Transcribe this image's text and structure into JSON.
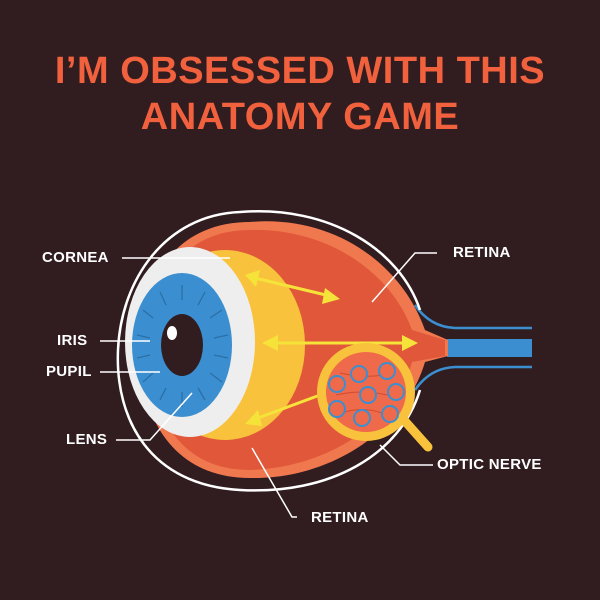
{
  "title": {
    "line1": "I’M OBSESSED WITH THIS",
    "line2": "ANATOMY GAME"
  },
  "labels": {
    "cornea": "CORNEA",
    "iris": "IRIS",
    "pupil": "PUPIL",
    "lens": "LENS",
    "retina_top": "RETINA",
    "retina_bottom": "RETINA",
    "optic_nerve": "OPTIC NERVE"
  },
  "colors": {
    "background": "#311d20",
    "title": "#f2613e",
    "eyeball": "#e0573a",
    "eyeball_rim": "#f0784f",
    "lens": "#f9c23c",
    "sclera": "#eeeeee",
    "iris": "#3b8fd0",
    "pupil": "#311d20",
    "arrows": "#f6e33a",
    "nerve": "#3b8fd0",
    "label_text": "#ffffff"
  }
}
